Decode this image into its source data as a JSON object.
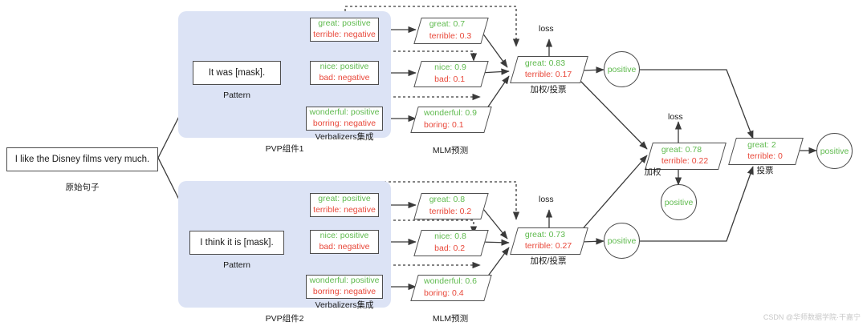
{
  "figure": {
    "title": "PET / PVP ensemble inference diagram",
    "watermark": "CSDN @华师数据学院·干嘉宁",
    "colors": {
      "positive": "#5fba4e",
      "negative": "#e8483a",
      "panel": "#dce3f5",
      "stroke": "#4d4d4d"
    }
  },
  "input": {
    "sentence": "I like the Disney films very much.",
    "caption": "原始句子"
  },
  "pvp": [
    {
      "panel_caption": "PVP组件1",
      "pattern": {
        "text": "It was [mask].",
        "caption": "Pattern"
      },
      "verbalizers_caption": "Verbalizers集成",
      "verbalizers": [
        {
          "pos_word": "great:",
          "pos_label": "positive",
          "neg_word": "terrible:",
          "neg_label": "negative"
        },
        {
          "pos_word": "nice:",
          "pos_label": "positive",
          "neg_word": "bad:",
          "neg_label": "negative"
        },
        {
          "pos_word": "wonderful:",
          "pos_label": "positive",
          "neg_word": "borring:",
          "neg_label": "negative"
        }
      ],
      "mlm_caption": "MLM预测",
      "mlm": [
        {
          "pos_word": "great:",
          "pos_value": "0.7",
          "neg_word": "terrible:",
          "neg_value": "0.3"
        },
        {
          "pos_word": "nice:",
          "pos_value": "0.9",
          "neg_word": "bad:",
          "neg_value": "0.1"
        },
        {
          "pos_word": "wonderful:",
          "pos_value": "0.9",
          "neg_word": "boring:",
          "neg_value": "0.1"
        }
      ],
      "agg": {
        "caption": "加权/投票",
        "loss": "loss",
        "pos_word": "great:",
        "pos_value": "0.83",
        "neg_word": "terrible:",
        "neg_value": "0.17"
      },
      "result": "positive"
    },
    {
      "panel_caption": "PVP组件2",
      "pattern": {
        "text": "I think it is [mask].",
        "caption": "Pattern"
      },
      "verbalizers_caption": "Verbalizers集成",
      "verbalizers": [
        {
          "pos_word": "great:",
          "pos_label": "positive",
          "neg_word": "terrible:",
          "neg_label": "negative"
        },
        {
          "pos_word": "nice:",
          "pos_label": "positive",
          "neg_word": "bad:",
          "neg_label": "negative"
        },
        {
          "pos_word": "wonderful:",
          "pos_label": "positive",
          "neg_word": "borring:",
          "neg_label": "negative"
        }
      ],
      "mlm_caption": "MLM预测",
      "mlm": [
        {
          "pos_word": "great:",
          "pos_value": "0.8",
          "neg_word": "terrible:",
          "neg_value": "0.2"
        },
        {
          "pos_word": "nice:",
          "pos_value": "0.8",
          "neg_word": "bad:",
          "neg_value": "0.2"
        },
        {
          "pos_word": "wonderful:",
          "pos_value": "0.6",
          "neg_word": "boring:",
          "neg_value": "0.4"
        }
      ],
      "agg": {
        "caption": "加权/投票",
        "loss": "loss",
        "pos_word": "great:",
        "pos_value": "0.73",
        "neg_word": "terrible:",
        "neg_value": "0.27"
      },
      "result": "positive"
    }
  ],
  "weighted": {
    "caption": "加权",
    "loss": "loss",
    "pos_word": "great:",
    "pos_value": "0.78",
    "neg_word": "terrible:",
    "neg_value": "0.22",
    "result": "positive"
  },
  "vote": {
    "caption": "投票",
    "pos_word": "great:",
    "pos_value": "2",
    "neg_word": "terrible:",
    "neg_value": "0",
    "result": "positive"
  },
  "chart_data": {
    "type": "diagram",
    "title": "PVP ensemble: MLM probabilities and aggregation",
    "pvp1_mlm": {
      "labels": [
        "great/terrible",
        "nice/bad",
        "wonderful/boring"
      ],
      "positive": [
        0.7,
        0.9,
        0.9
      ],
      "negative": [
        0.3,
        0.1,
        0.1
      ],
      "aggregated": {
        "positive": 0.83,
        "negative": 0.17
      }
    },
    "pvp2_mlm": {
      "labels": [
        "great/terrible",
        "nice/bad",
        "wonderful/boring"
      ],
      "positive": [
        0.8,
        0.8,
        0.6
      ],
      "negative": [
        0.2,
        0.2,
        0.4
      ],
      "aggregated": {
        "positive": 0.73,
        "negative": 0.27
      }
    },
    "weighted": {
      "positive": 0.78,
      "negative": 0.22
    },
    "vote": {
      "positive": 2,
      "negative": 0
    }
  }
}
